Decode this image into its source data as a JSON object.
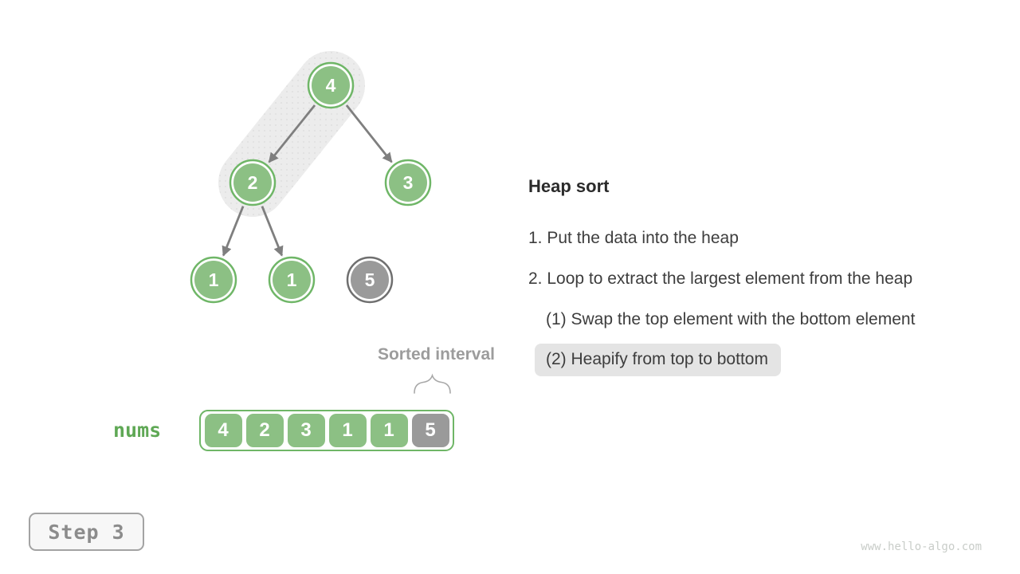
{
  "colors": {
    "node_green_fill": "#8cc084",
    "node_green_ring": "#6fb667",
    "node_gray_fill": "#9a9a9a",
    "node_gray_ring": "#6f6f6f",
    "arrow_gray": "#7f7f7f",
    "highlight_pill": "#ececec",
    "highlight_box": "#e4e4e4",
    "accent_green_text": "#5fa855",
    "muted_gray_text": "#9c9c9c"
  },
  "tree": {
    "nodes": [
      {
        "id": "root",
        "value": "4",
        "state": "heap"
      },
      {
        "id": "left-child",
        "value": "2",
        "state": "heap"
      },
      {
        "id": "right-child",
        "value": "3",
        "state": "heap"
      },
      {
        "id": "left-left-child",
        "value": "1",
        "state": "heap"
      },
      {
        "id": "left-right-child",
        "value": "1",
        "state": "heap"
      },
      {
        "id": "detached-sorted",
        "value": "5",
        "state": "sorted"
      }
    ],
    "highlighted_path": "root to left-child (heapify from top to bottom)"
  },
  "panel": {
    "title": "Heap sort",
    "steps": [
      {
        "label": "1. Put the data into the heap",
        "indent": false,
        "highlighted": false
      },
      {
        "label": "2. Loop to extract the largest element from the heap",
        "indent": false,
        "highlighted": false
      },
      {
        "label": "(1) Swap the top element with the bottom element",
        "indent": true,
        "highlighted": false
      },
      {
        "label": "(2) Heapify from top to bottom",
        "indent": true,
        "highlighted": true
      }
    ]
  },
  "array": {
    "label": "nums",
    "sorted_interval_label": "Sorted interval",
    "cells": [
      {
        "value": "4",
        "state": "heap"
      },
      {
        "value": "2",
        "state": "heap"
      },
      {
        "value": "3",
        "state": "heap"
      },
      {
        "value": "1",
        "state": "heap"
      },
      {
        "value": "1",
        "state": "heap"
      },
      {
        "value": "5",
        "state": "sorted"
      }
    ]
  },
  "footer": {
    "step_badge": "Step 3",
    "watermark": "www.hello-algo.com"
  }
}
